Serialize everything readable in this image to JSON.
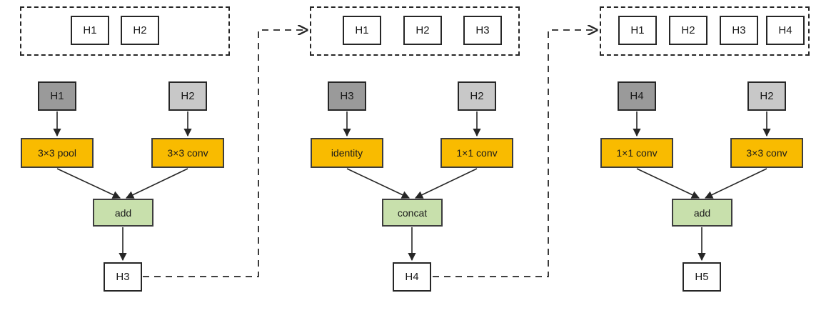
{
  "diagram": {
    "type": "neural-architecture-search-cell-construction",
    "colors": {
      "orange_op": "#f9bb00",
      "green_merge": "#c8e0ac",
      "gray_input_dark": "#9a9a9a",
      "gray_input_light": "#c8c8c8",
      "white_state": "#ffffff",
      "stroke": "#262626"
    },
    "steps": [
      {
        "id": "step-1",
        "state_pool_label": "hidden-state-pool",
        "state_pool": [
          "H1",
          "H2"
        ],
        "left_input": "H1",
        "right_input": "H2",
        "left_op": "3×3 pool",
        "right_op": "3×3 conv",
        "combine_op": "add",
        "output": "H3"
      },
      {
        "id": "step-2",
        "state_pool_label": "hidden-state-pool",
        "state_pool": [
          "H1",
          "H2",
          "H3"
        ],
        "left_input": "H3",
        "right_input": "H2",
        "left_op": "identity",
        "right_op": "1×1 conv",
        "combine_op": "concat",
        "output": "H4"
      },
      {
        "id": "step-3",
        "state_pool_label": "hidden-state-pool",
        "state_pool": [
          "H1",
          "H2",
          "H3",
          "H4"
        ],
        "left_input": "H4",
        "right_input": "H2",
        "left_op": "1×1 conv",
        "right_op": "3×3 conv",
        "combine_op": "add",
        "output": "H5"
      }
    ],
    "connectors": [
      {
        "id": "feedback-1",
        "from": "H3",
        "to": "state-pool-step-2",
        "style": "dashed-arrow"
      },
      {
        "id": "feedback-2",
        "from": "H4",
        "to": "state-pool-step-3",
        "style": "dashed-arrow"
      }
    ]
  }
}
